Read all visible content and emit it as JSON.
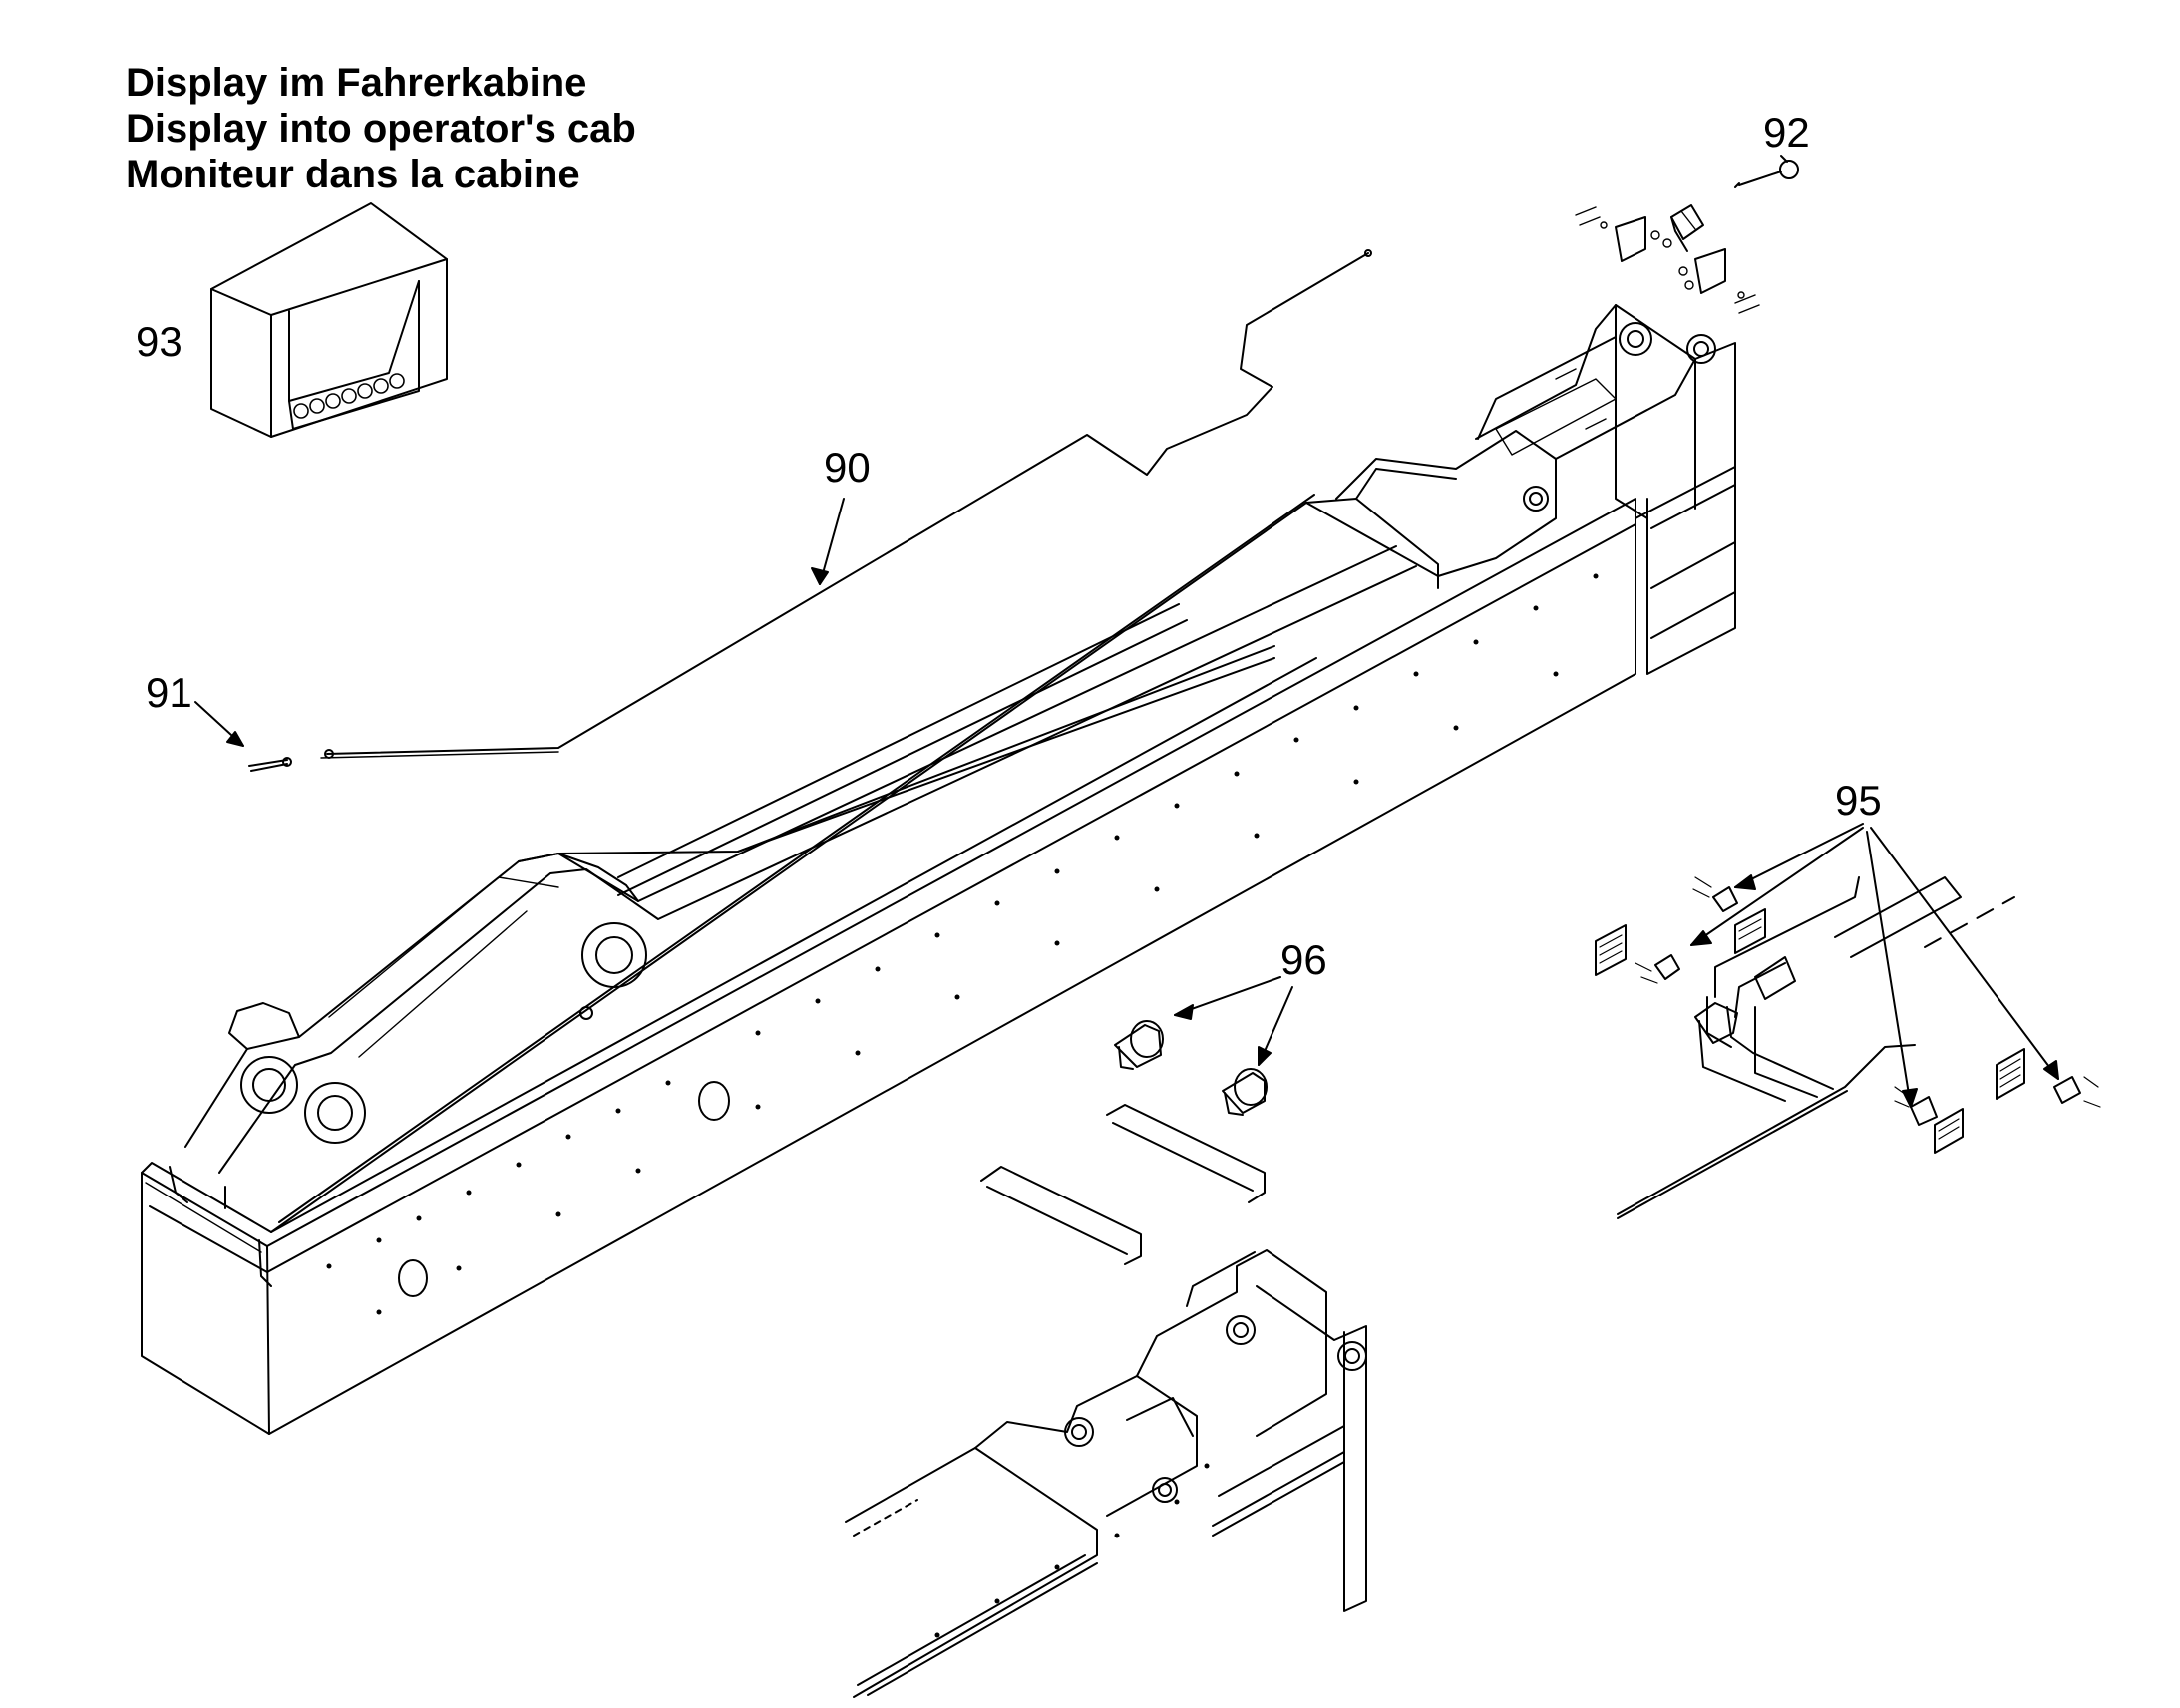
{
  "heading": {
    "line_de": "Display im Fahrerkabine",
    "line_en": "Display into operator's cab",
    "line_fr": "Moniteur dans la cabine"
  },
  "callouts": {
    "c90": "90",
    "c91": "91",
    "c92": "92",
    "c93": "93",
    "c95": "95",
    "c96": "96"
  },
  "colors": {
    "line": "#000000",
    "background": "#ffffff"
  }
}
